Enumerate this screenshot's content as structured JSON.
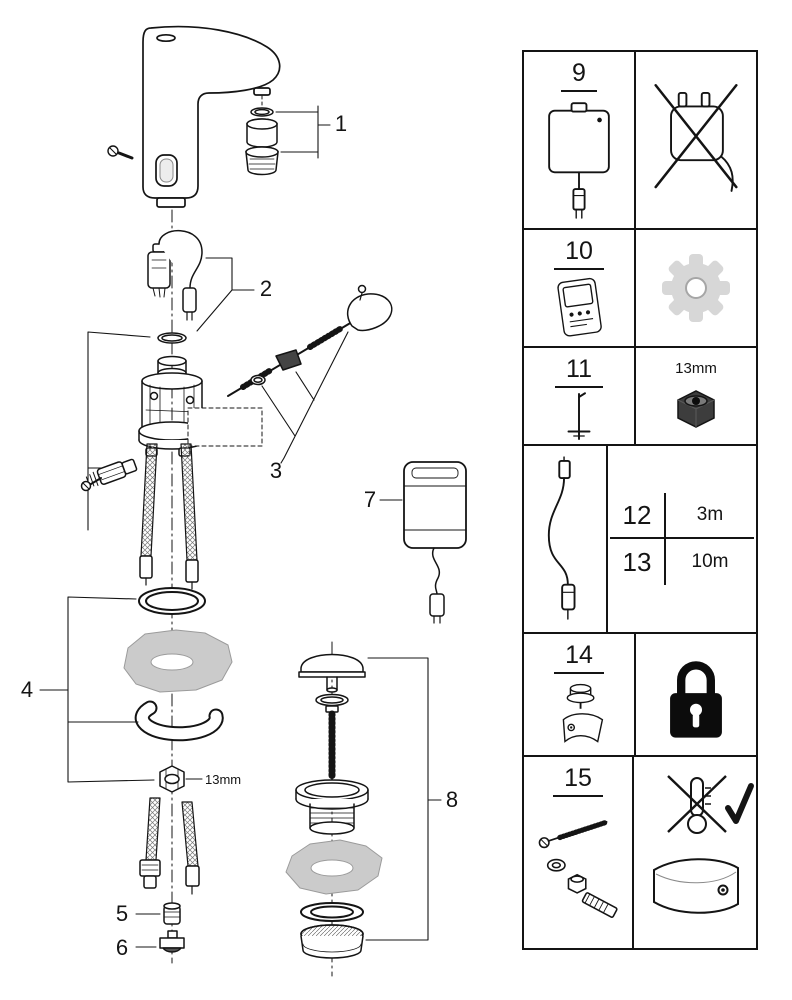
{
  "diagram": {
    "callouts": {
      "c1": "1",
      "c2": "2",
      "c3": "3",
      "c4": "4",
      "c5": "5",
      "c6": "6",
      "c7": "7",
      "c8": "8"
    },
    "nut_size_label": "13mm"
  },
  "table": {
    "row9": {
      "number": "9"
    },
    "row10": {
      "number": "10"
    },
    "row11": {
      "number": "11",
      "right_label": "13mm"
    },
    "row12_13": {
      "options": [
        {
          "number": "12",
          "length": "3m"
        },
        {
          "number": "13",
          "length": "10m"
        }
      ]
    },
    "row14": {
      "number": "14"
    },
    "row15": {
      "number": "15"
    }
  },
  "icons": {
    "row9_left": "battery-power-box-icon",
    "row9_right": "mains-adapter-crossed-icon",
    "row10_left": "remote-control-icon",
    "row10_right": "gear-icon",
    "row11_left": "mounting-key-icon",
    "row11_right": "socket-nut-icon",
    "row12_left": "extension-cable-icon",
    "row14_left": "check-valve-icon",
    "row14_right": "padlock-icon",
    "row15_left": "fixing-set-icon",
    "row15_right_top": "no-hot-water-ok-icon",
    "row15_right_bottom": "cover-plate-icon"
  }
}
